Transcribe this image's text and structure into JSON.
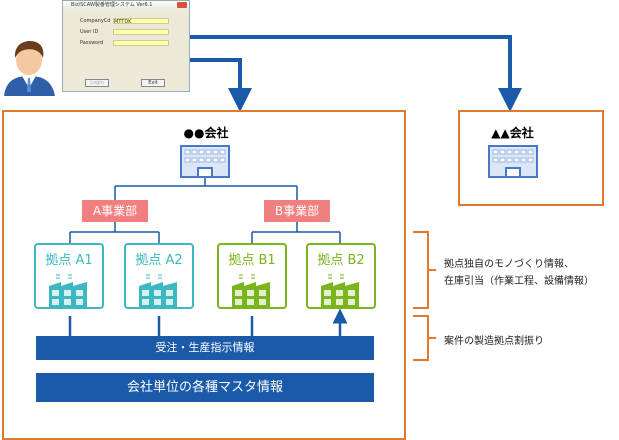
{
  "login_window": {
    "title": "Biz/SCAW製番管理システム Ver6.1",
    "company_label": "CompanyCd",
    "company_value": "MTTDK",
    "userid_label": "User ID",
    "userid_value": "",
    "password_label": "Password",
    "password_value": "",
    "login_button": "Login",
    "exit_button": "Exit"
  },
  "company_main": {
    "name": "●●会社",
    "divisions": [
      {
        "label": "A事業部",
        "sites": [
          "拠点 A1",
          "拠点 A2"
        ]
      },
      {
        "label": "B事業部",
        "sites": [
          "拠点 B1",
          "拠点 B2"
        ]
      }
    ],
    "order_bar": "受注・生産指示情報",
    "master_bar": "会社単位の各種マスタ情報"
  },
  "company_other": {
    "name": "▲▲会社"
  },
  "notes": {
    "site_info_line1": "拠点独自のモノづくり情報、",
    "site_info_line2": "在庫引当（作業工程、設備情報）",
    "allocation": "案件の製造拠点割振り"
  },
  "colors": {
    "teal": "#3bb8c0",
    "green": "#7ab51d",
    "red": "#f27f7f",
    "blue": "#1a5aa8",
    "orange": "#e07a2e"
  }
}
